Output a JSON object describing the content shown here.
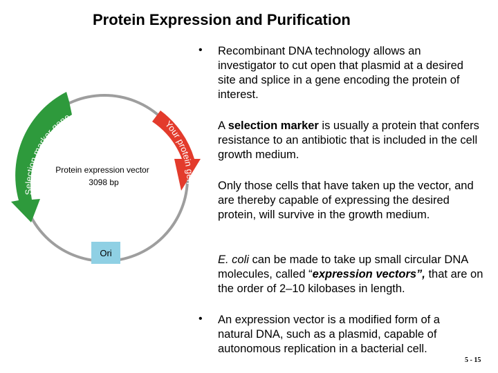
{
  "title": "Protein Expression and Purification",
  "diagram": {
    "vector_name": "Protein expression vector",
    "vector_size": "3098 bp",
    "selection_label": "Selection marker gene",
    "protein_label": "Your protein gene",
    "ori_label": "Ori",
    "colors": {
      "selection": "#2e9a3c",
      "protein": "#e33b2c",
      "ori": "#8fd0e4",
      "plasmid": "#9e9e9e"
    }
  },
  "bullets": {
    "marker": "•",
    "p1": "Recombinant DNA technology allows an investigator to cut open that plasmid at a desired site and splice in a gene encoding the protein of interest.",
    "p2_a": "A ",
    "p2_bold": "selection marker",
    "p2_b": " is usually a protein that confers resistance to an antibiotic that is included in the cell growth medium.",
    "p3": "Only those cells that have taken up the vector, and are thereby capable of expressing the desired protein, will survive in the growth medium.",
    "p4_italic": "E. coli",
    "p4_a": " can be made to take up small circular DNA molecules, called “",
    "p4_bold": "expression vectors”,",
    "p4_b": " that are on the order of 2–10 kilobases in length.",
    "p5": "An expression vector is a modified form of a natural DNA, such as a plasmid, capable of autonomous replication in a bacterial cell."
  },
  "slide_number": "5 - 15"
}
